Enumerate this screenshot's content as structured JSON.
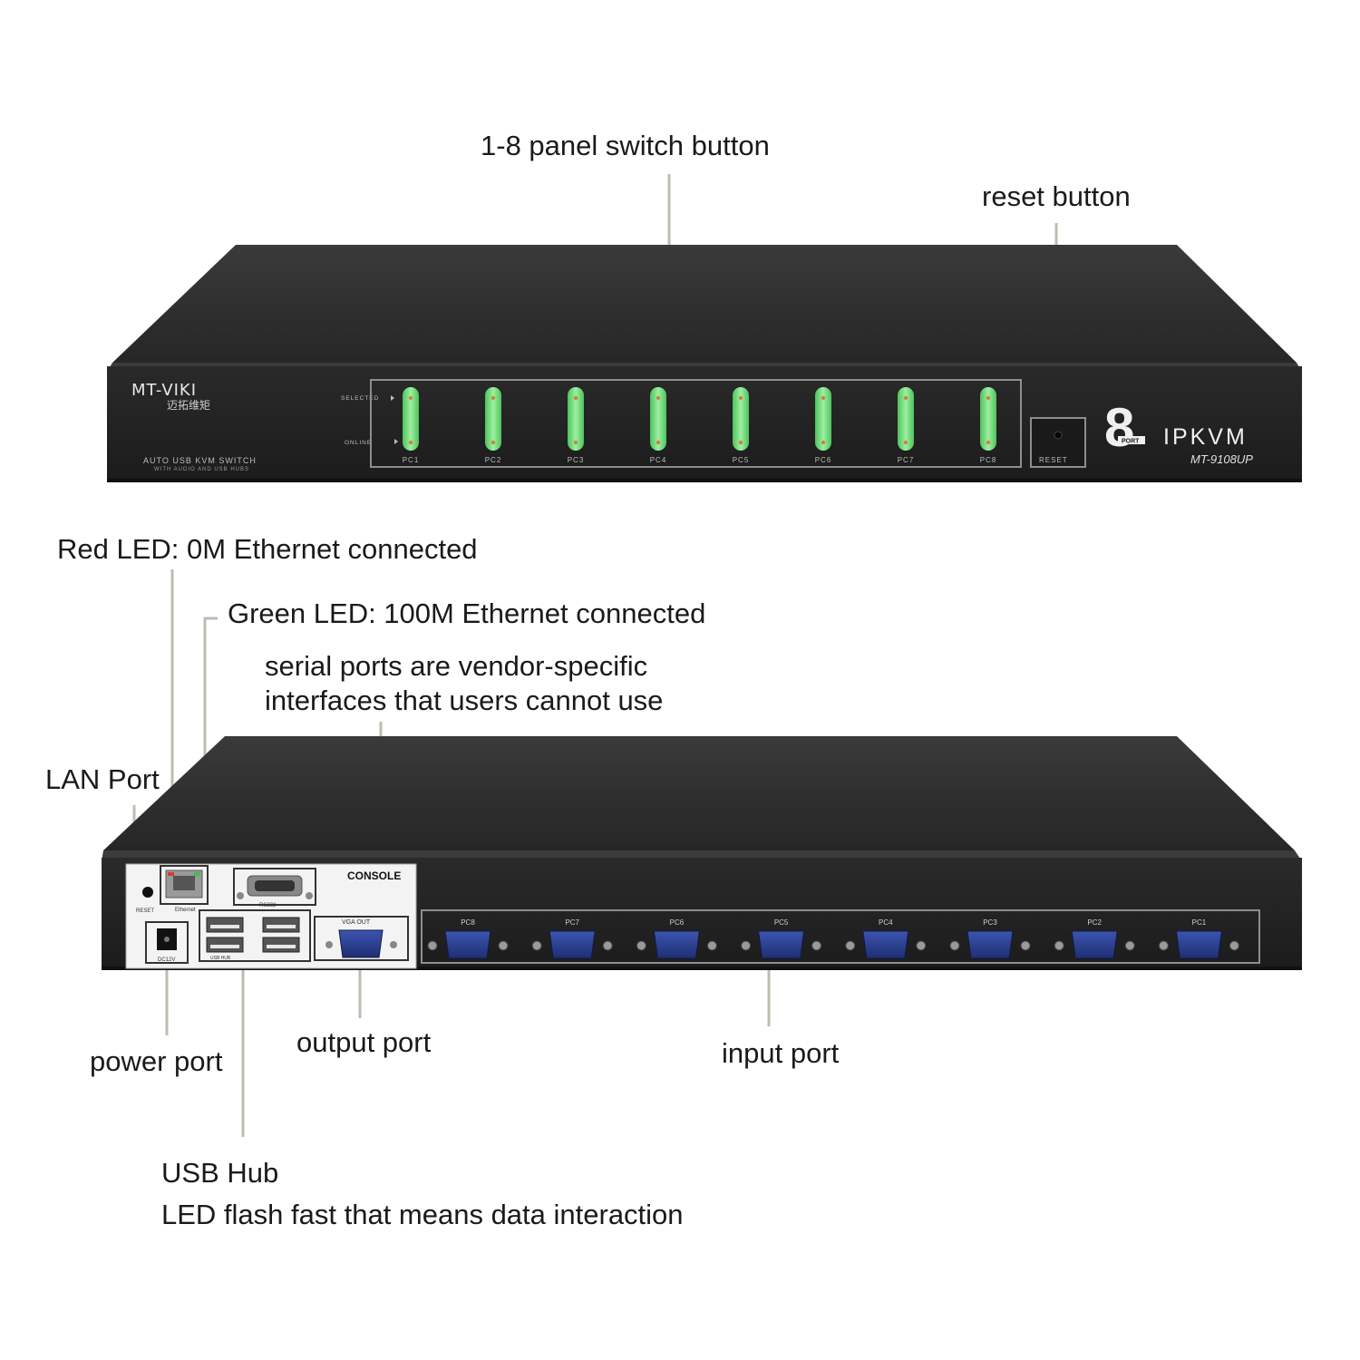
{
  "callouts": {
    "panel_switch": "1-8 panel switch button",
    "reset_button": "reset button",
    "red_led": "Red LED: 0M Ethernet connected",
    "green_led": "Green LED: 100M Ethernet connected",
    "serial_line1": "serial ports are vendor-specific",
    "serial_line2": "interfaces that users cannot use",
    "lan_port": "LAN Port",
    "power_port": "power port",
    "output_port": "output port",
    "input_port": "input port",
    "usb_hub": "USB Hub",
    "usb_led": "LED flash fast that means data interaction"
  },
  "front": {
    "brand": "MT-VIKI",
    "brand_cn": "迈拓维矩",
    "desc_line1": "AUTO USB KVM SWITCH",
    "desc_line2": "WITH AUDIO AND USB HUBS",
    "selected": "SELECTED",
    "online": "ONLINE",
    "buttons": [
      "PC1",
      "PC2",
      "PC3",
      "PC4",
      "PC5",
      "PC6",
      "PC7",
      "PC8"
    ],
    "reset": "RESET",
    "big_number": "8",
    "port_small": "PORT",
    "product": "IPKVM",
    "model": "MT-9108UP"
  },
  "rear": {
    "reset": "RESET",
    "ethernet": "Ethernet",
    "rs232": "RS232",
    "console": "CONSOLE",
    "vga_out": "VGA OUT",
    "dc": "DC12V",
    "usb_hub": "USB HUB",
    "ports": [
      "PC8",
      "PC7",
      "PC6",
      "PC5",
      "PC4",
      "PC3",
      "PC2",
      "PC1"
    ]
  },
  "colors": {
    "chassis": "#242424",
    "chassis_top": "#2c2c2c",
    "button_green": "#6fe07a",
    "vga_blue": "#2b3f8f",
    "callout_line": "#bdbdb0"
  }
}
